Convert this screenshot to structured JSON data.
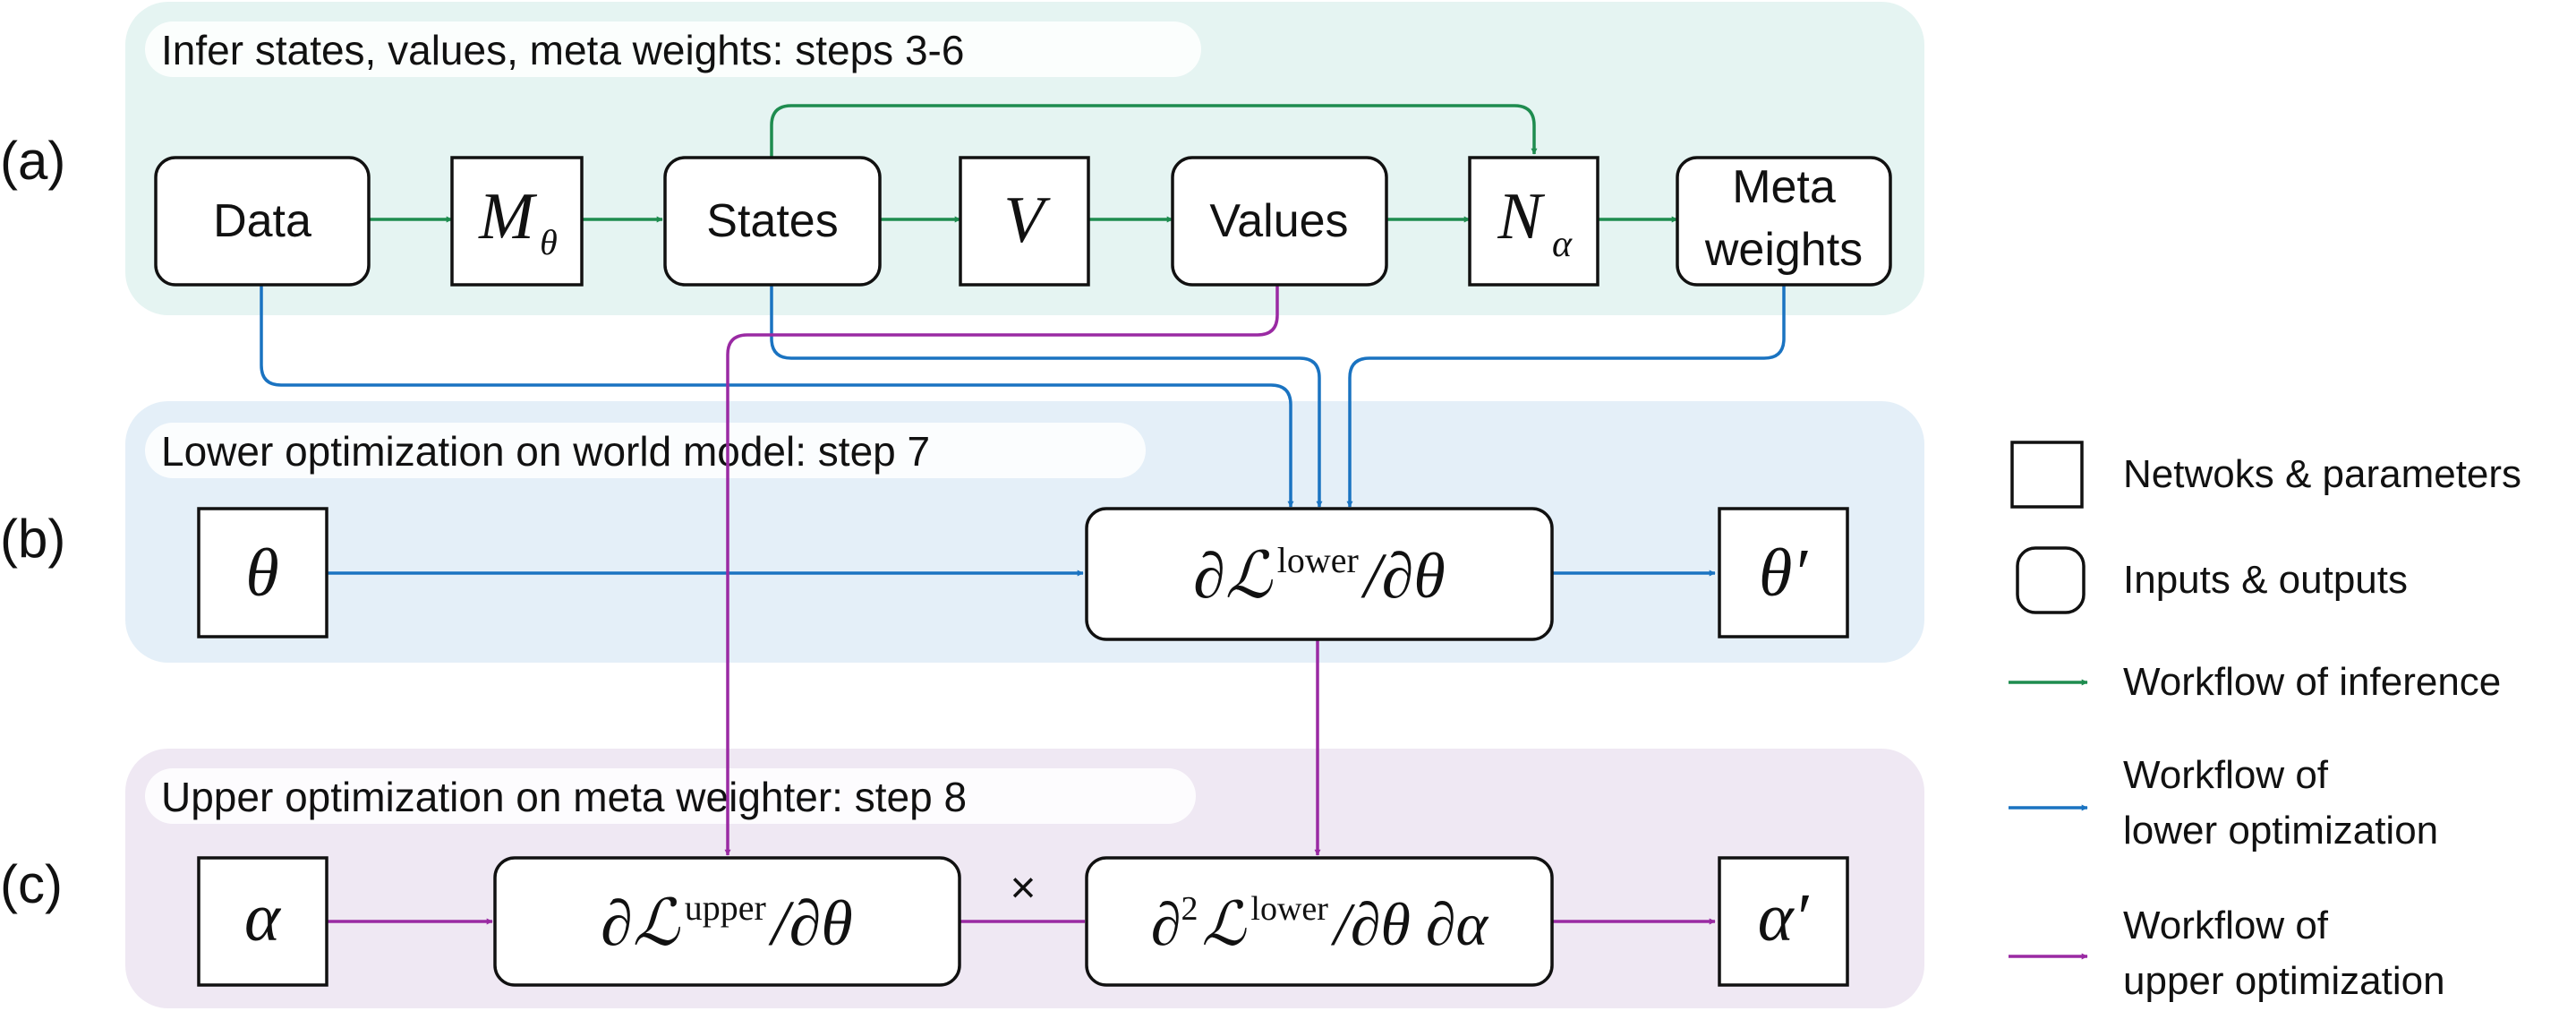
{
  "panels": {
    "a": {
      "label": "(a)",
      "title": "Infer states, values, meta weights: steps 3-6",
      "color": "#e5f4f2"
    },
    "b": {
      "label": "(b)",
      "title": "Lower optimization on world model: step 7",
      "color": "#e4eff8"
    },
    "c": {
      "label": "(c)",
      "title": "Upper optimization on meta weighter: step 8",
      "color": "#efe8f3"
    }
  },
  "nodes": {
    "data": "Data",
    "m_theta": {
      "main": "M",
      "sub": "θ"
    },
    "states": "States",
    "v": "V",
    "values": "Values",
    "n_alpha": {
      "main": "N",
      "sub": "α"
    },
    "meta_weights": [
      "Meta",
      "weights"
    ],
    "theta": "θ",
    "grad_lower": {
      "d1": "∂",
      "L": "ℒ",
      "sup": "lower",
      "rest": "/∂θ"
    },
    "theta_prime": "θ′",
    "alpha": "α",
    "grad_upper": {
      "d1": "∂",
      "L": "ℒ",
      "sup": "upper",
      "rest": "/∂θ"
    },
    "times": "×",
    "hessian": {
      "d1": "∂",
      "sq": "2",
      "L": "ℒ",
      "sup": "lower",
      "rest": "/∂θ ∂α"
    },
    "alpha_prime": "α′"
  },
  "legend": {
    "networks": "Netwoks & parameters",
    "io": "Inputs & outputs",
    "inference": "Workflow of inference",
    "lower": [
      "Workflow of",
      "lower optimization"
    ],
    "upper": [
      "Workflow of",
      "upper optimization"
    ]
  },
  "colors": {
    "inference": "#1e8c4f",
    "lower": "#1a73c1",
    "upper": "#9a2aa3"
  }
}
